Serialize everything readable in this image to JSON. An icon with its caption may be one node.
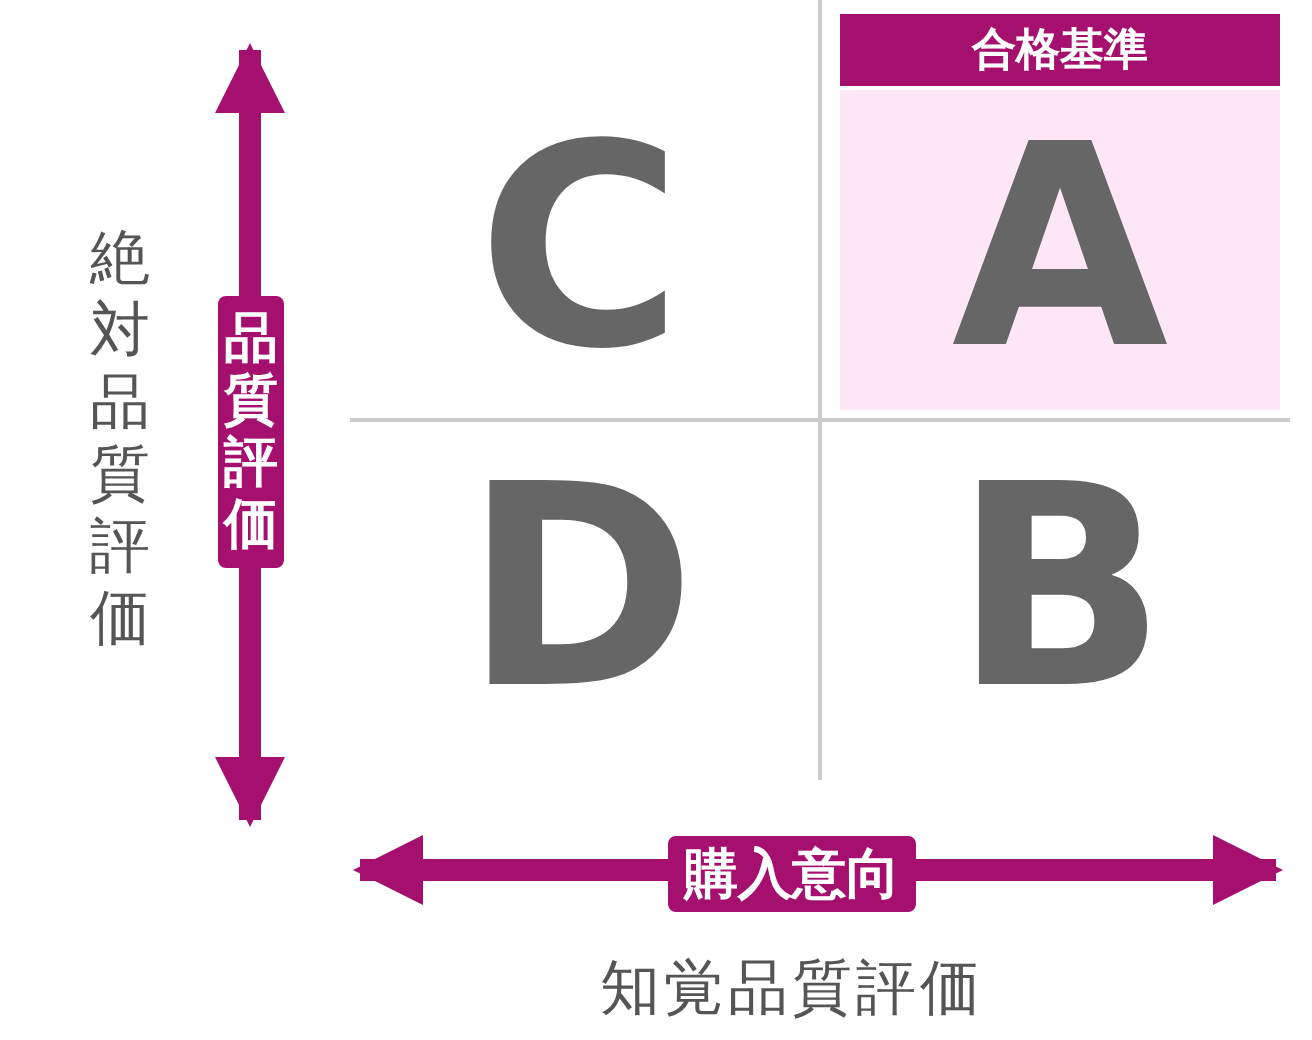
{
  "diagram": {
    "nodes": [
      {
        "text": [
          "C"
        ]
      },
      {
        "text": [
          "合格基準",
          "A"
        ]
      },
      {
        "text": [
          "D"
        ]
      },
      {
        "text": [
          "B"
        ]
      }
    ],
    "labels": [
      "絶対品質評価",
      "品質評価",
      "購入意向",
      "知覚品質評価"
    ]
  }
}
